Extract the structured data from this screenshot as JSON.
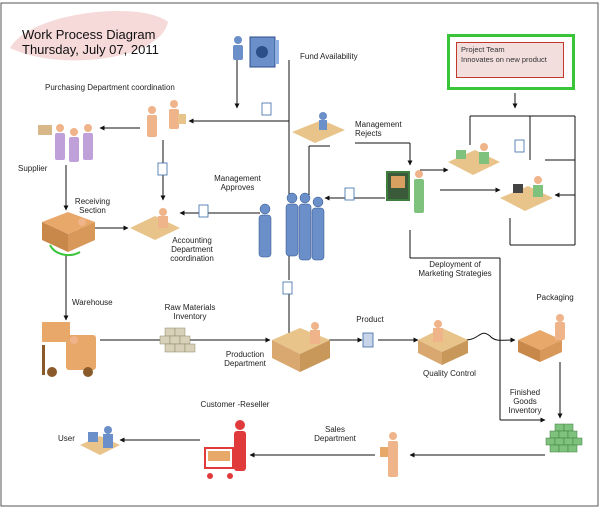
{
  "title": {
    "line1": "Work Process Diagram",
    "line2": "Thursday, July 07, 2011"
  },
  "project_team": {
    "line1": "Project Team",
    "line2": "Innovates on new product"
  },
  "labels": {
    "fund": "Fund Availability",
    "purchasing": "Purchasing Department coordination",
    "mgmt_rejects": "Management Rejects",
    "mgmt_approves": "Management Approves",
    "supplier": "Supplier",
    "receiving": "Receiving Section",
    "accounting": "Accounting Department coordination",
    "deployment": "Deployment of Marketing Strategies",
    "warehouse": "Warehouse",
    "raw_materials": "Raw Materials Inventory",
    "product": "Product",
    "packaging": "Packaging",
    "production": "Production Department",
    "quality": "Quality Control",
    "finished": "Finished Goods Inventory",
    "customer": "Customer -Reseller",
    "sales": "Sales Department",
    "user": "User"
  },
  "colors": {
    "person": "#6a8fc9",
    "worker": "#f0b48a",
    "desk": "#e8c48a",
    "customer": "#e03a3a",
    "inventory": "#7ec27e",
    "frame": "#3ac43a"
  }
}
